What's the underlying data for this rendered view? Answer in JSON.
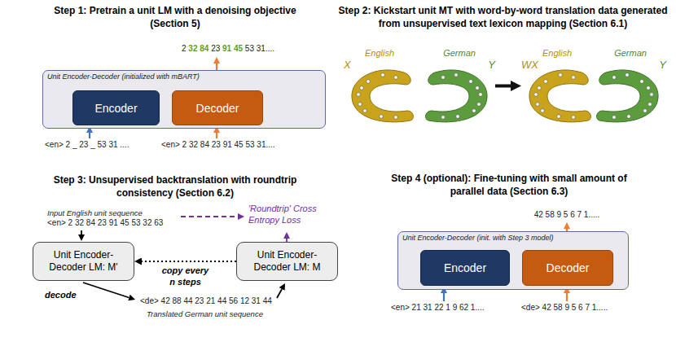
{
  "diagram": {
    "nodes": [
      {
        "text": [
          "Unit Encoder-Decoder (initialized with mBART)"
        ]
      },
      {
        "text": [
          "Encoder"
        ],
        "in": 0
      },
      {
        "text": [
          "Decoder"
        ],
        "in": 0
      },
      {
        "text": [
          "English",
          "X"
        ]
      },
      {
        "text": [
          "German",
          "Y"
        ]
      },
      {
        "text": [
          "English",
          "WX"
        ]
      },
      {
        "text": [
          "German",
          "Y"
        ]
      },
      {
        "text": [
          "Unit Encoder-Decoder LM: M'"
        ]
      },
      {
        "text": [
          "Unit Encoder-Decoder LM: M"
        ]
      },
      {
        "text": [
          "Unit Encoder-Decoder (init. with Step 3 model)"
        ]
      },
      {
        "text": [
          "Encoder"
        ],
        "in": 9
      },
      {
        "text": [
          "Decoder"
        ],
        "in": 9
      }
    ],
    "edges": [
      {
        "from": 1,
        "to": 2,
        "arrow": "to"
      },
      {
        "from": 4,
        "to": 5,
        "arrow": "to"
      },
      {
        "from": 8,
        "to": 7,
        "arrow": "to",
        "label": "copy every n steps"
      },
      {
        "from": 10,
        "to": 11,
        "arrow": "to"
      }
    ],
    "labels": [
      "Step 1: Pretrain a unit LM with a denoising objective (Section 5)",
      "2 32 84 23 91 45 53 31....",
      "<en> 2 _ 23 _ 53 31 ....",
      "<en> 2 32 84 23 91 45 53 31....",
      "Step 2: Kickstart unit MT with word-by-word translation data generated from unsupervised text lexicon mapping (Section 6.1)",
      "Step 3: Unsupervised backtranslation with roundtrip consistency (Section 6.2)",
      "Input English unit sequence",
      "<en> 2 32 84 23 91 45 53 32 63",
      "'Roundtrip' Cross Entropy Loss",
      "decode",
      "<de> 42 88 44 23 21 44 56 12 31 44",
      "Translated German unit sequence",
      "Step 4 (optional): Fine-tuning with small amount of parallel data (Section 6.3)",
      "42 58 9 5 6 7 1.....",
      "<en> 21 31 22 1 9 62 1....",
      "<de> 42 58 9 5 6 7 1....."
    ]
  }
}
